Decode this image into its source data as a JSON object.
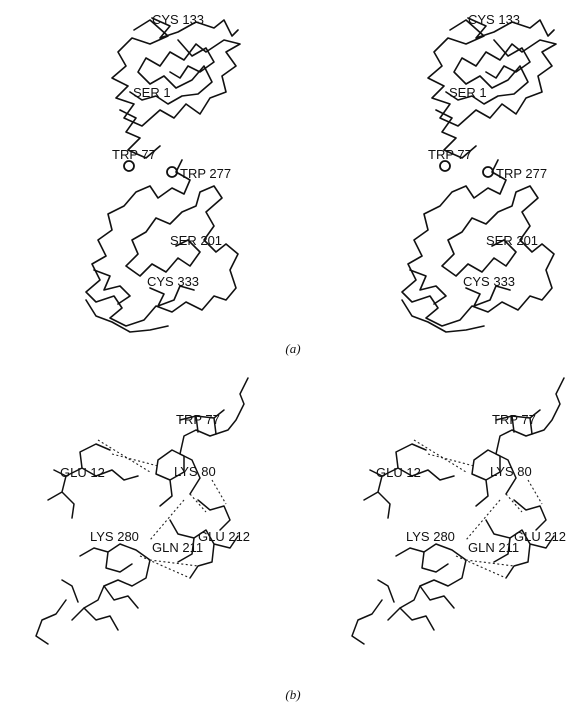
{
  "panels": [
    {
      "id": "a",
      "caption": "(a)",
      "labels": [
        "CYS 133",
        "SER 1",
        "TRP 77",
        "TRP 277",
        "SER 201",
        "CYS 333"
      ]
    },
    {
      "id": "b",
      "caption": "(b)",
      "labels": [
        "TRP 77",
        "GLU 12",
        "LYS 80",
        "GLU 212",
        "LYS 280",
        "GLN 211"
      ]
    }
  ]
}
